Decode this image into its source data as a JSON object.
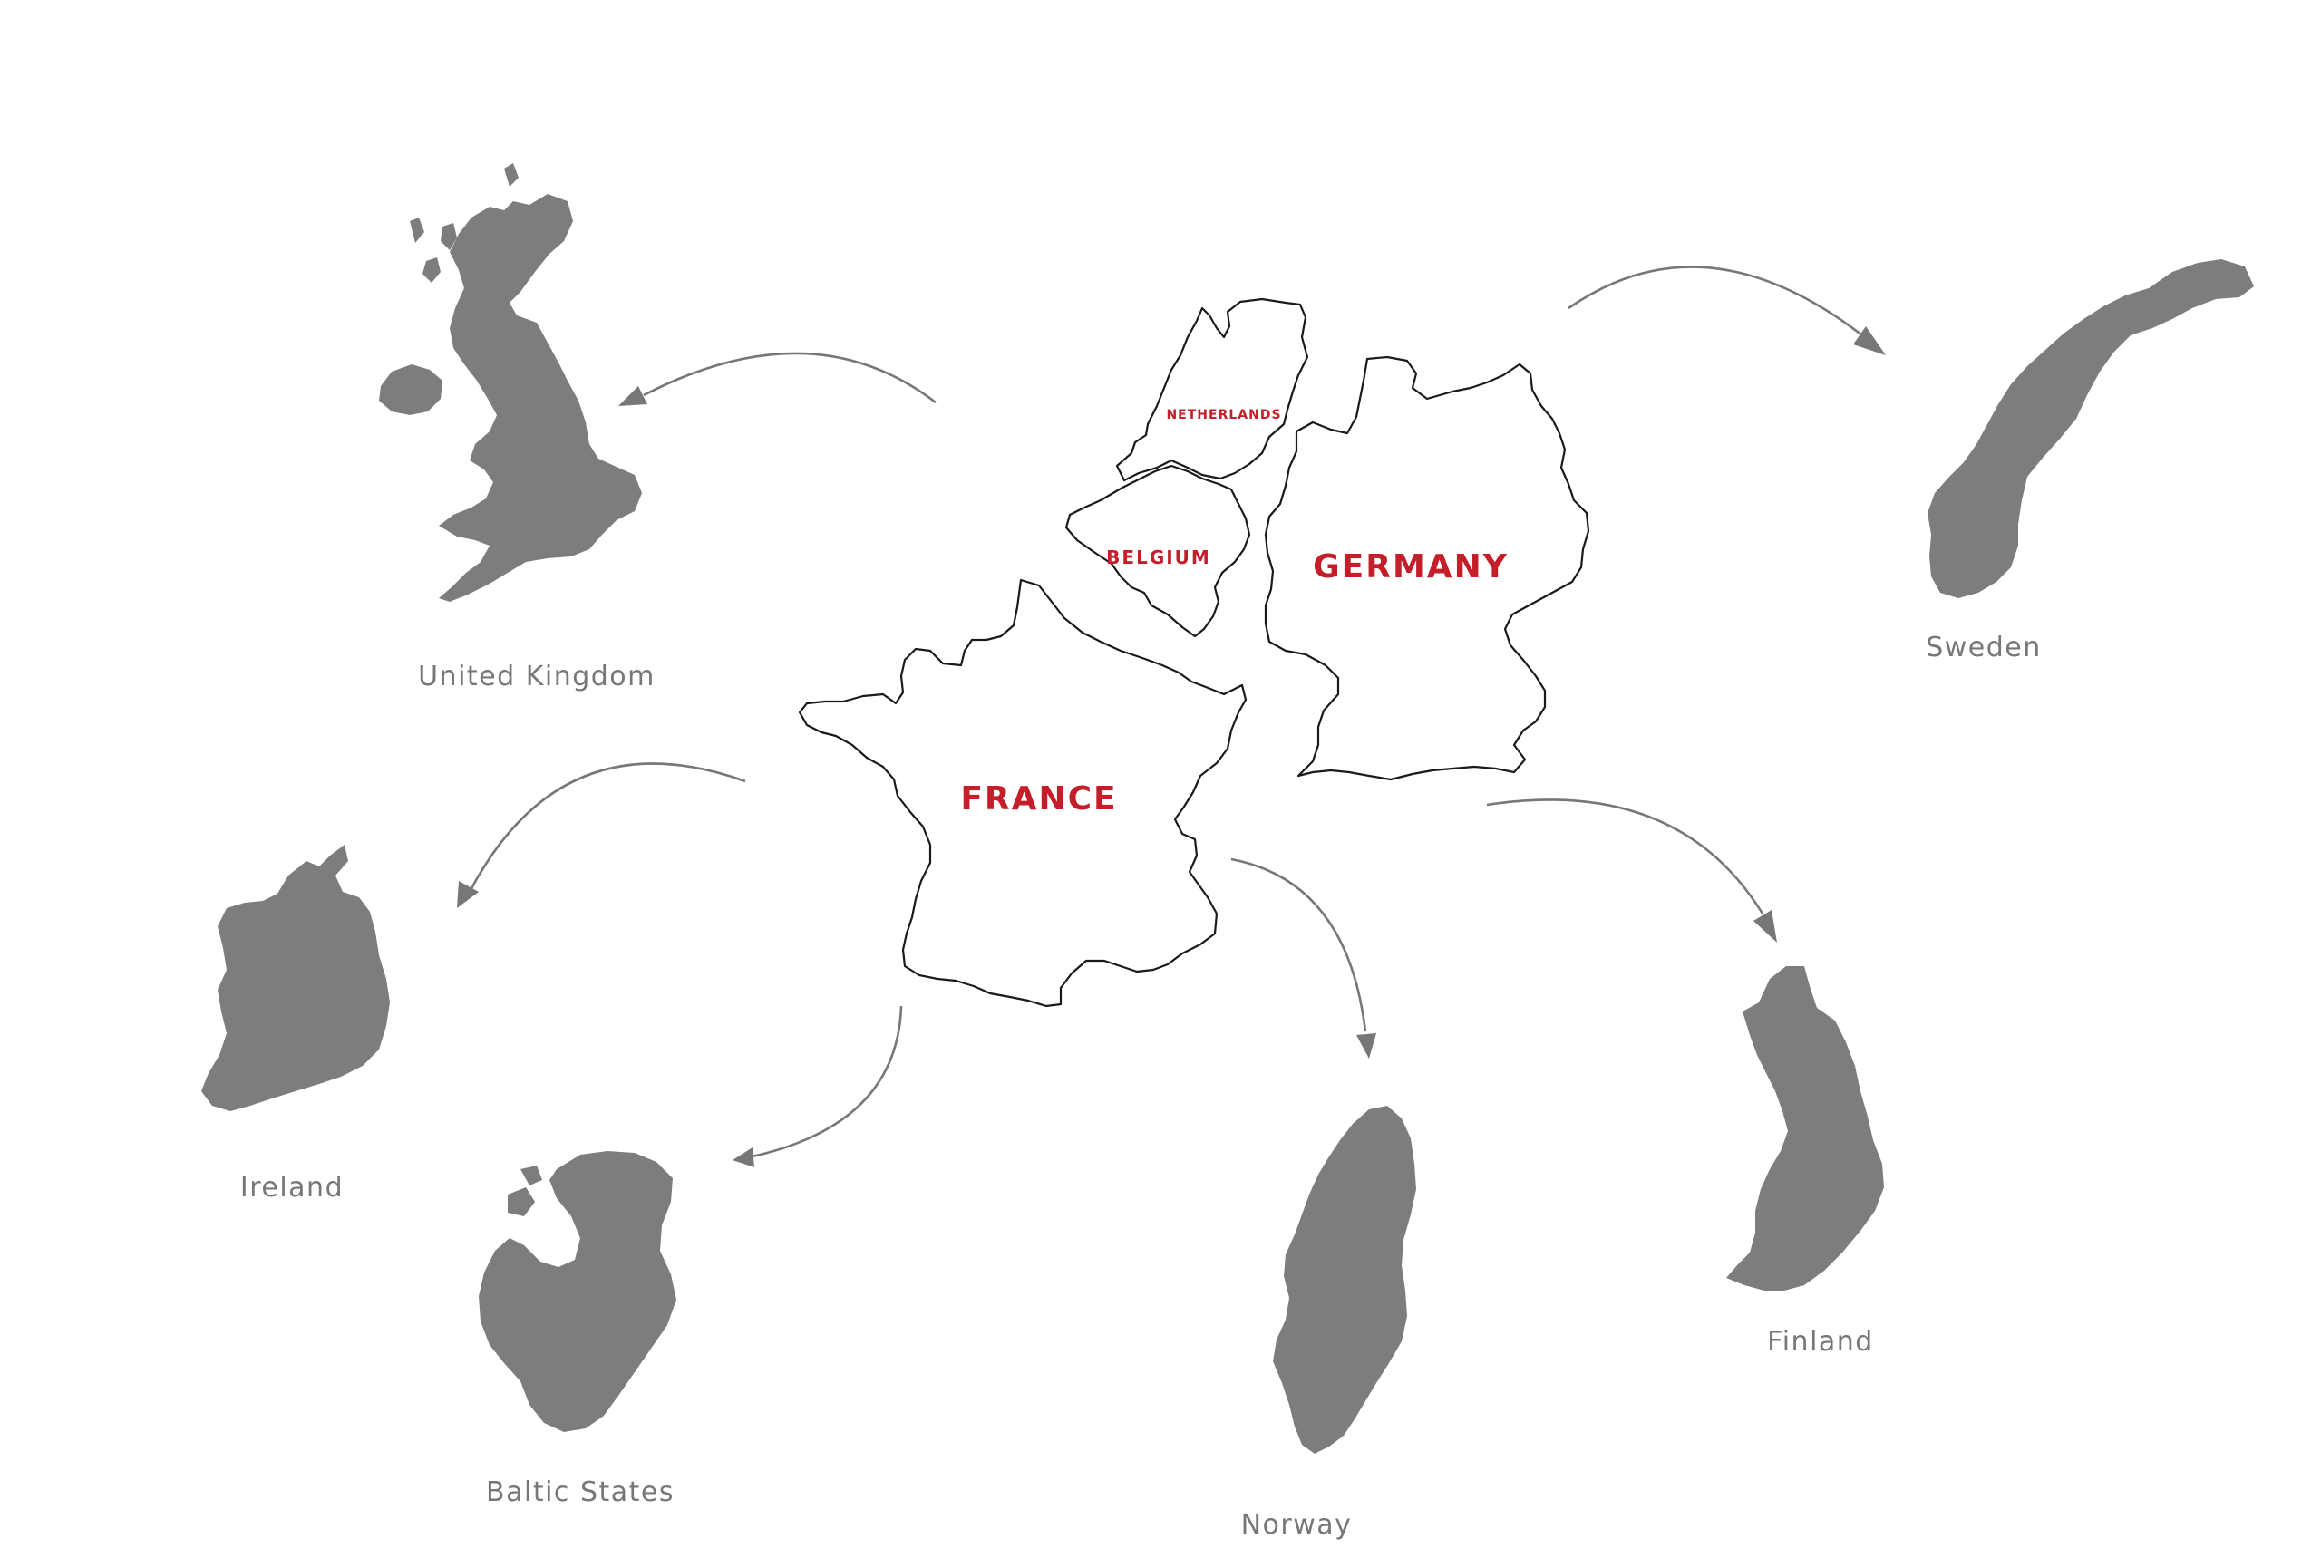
{
  "colors": {
    "hub_text": "#c41e2b",
    "destination_fill": "#7d7d7d",
    "destination_text": "#777777",
    "arrow": "#777777",
    "outline_stroke": "#1a1a1a",
    "background": "#ffffff"
  },
  "hubs": [
    {
      "id": "france",
      "label": "FRANCE"
    },
    {
      "id": "germany",
      "label": "GERMANY"
    },
    {
      "id": "belgium",
      "label": "BELGIUM"
    },
    {
      "id": "netherlands",
      "label": "NETHERLANDS"
    }
  ],
  "destinations": [
    {
      "id": "united-kingdom",
      "label": "United Kingdom"
    },
    {
      "id": "ireland",
      "label": "Ireland"
    },
    {
      "id": "baltic-states",
      "label": "Baltic States"
    },
    {
      "id": "norway",
      "label": "Norway"
    },
    {
      "id": "sweden",
      "label": "Sweden"
    },
    {
      "id": "finland",
      "label": "Finland"
    }
  ],
  "routes": [
    {
      "id": "route-to-united-kingdom",
      "to": "united-kingdom"
    },
    {
      "id": "route-to-ireland",
      "to": "ireland"
    },
    {
      "id": "route-to-baltic-states",
      "to": "baltic-states"
    },
    {
      "id": "route-to-norway",
      "to": "norway"
    },
    {
      "id": "route-to-sweden",
      "to": "sweden"
    },
    {
      "id": "route-to-finland",
      "to": "finland"
    }
  ]
}
